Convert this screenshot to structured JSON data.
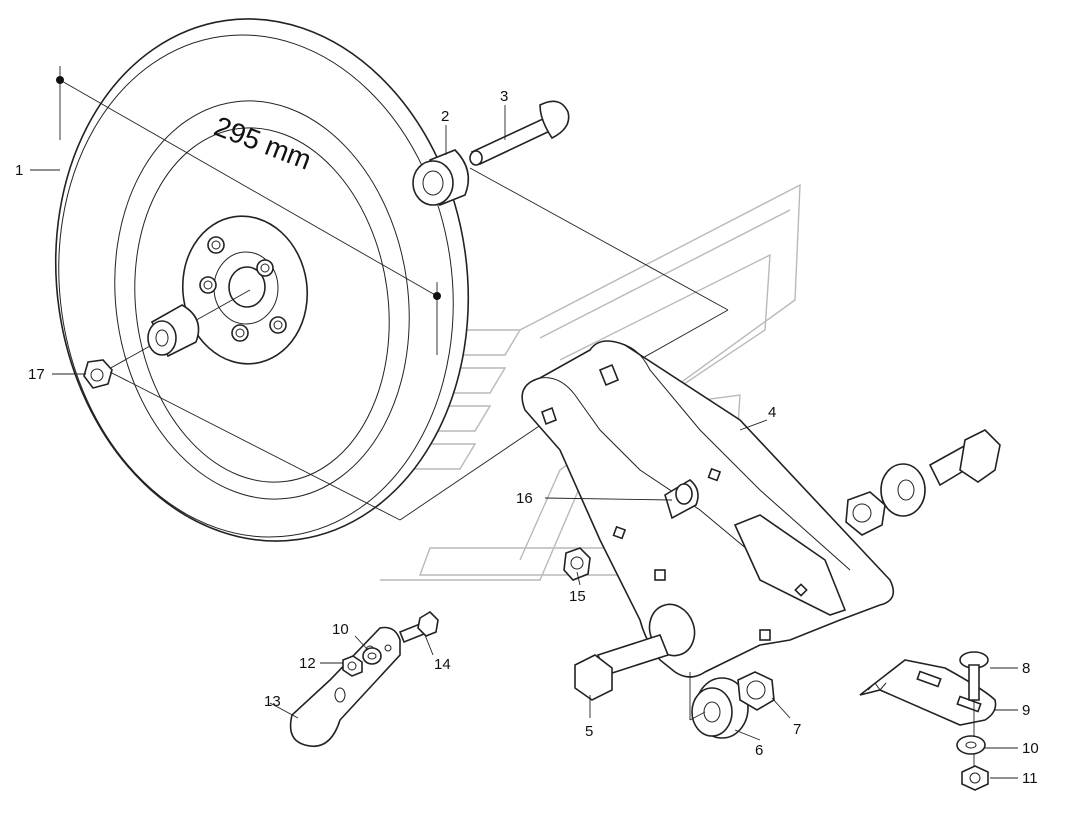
{
  "diagram": {
    "dimension_label": "295 mm",
    "callouts": {
      "c1": "1",
      "c2": "2",
      "c3": "3",
      "c4": "4",
      "c5": "5",
      "c6": "6",
      "c7": "7",
      "c8": "8",
      "c9": "9",
      "c10a": "10",
      "c10b": "10",
      "c11": "11",
      "c12": "12",
      "c13": "13",
      "c14": "14",
      "c15": "15",
      "c16": "16",
      "c17": "17"
    }
  }
}
